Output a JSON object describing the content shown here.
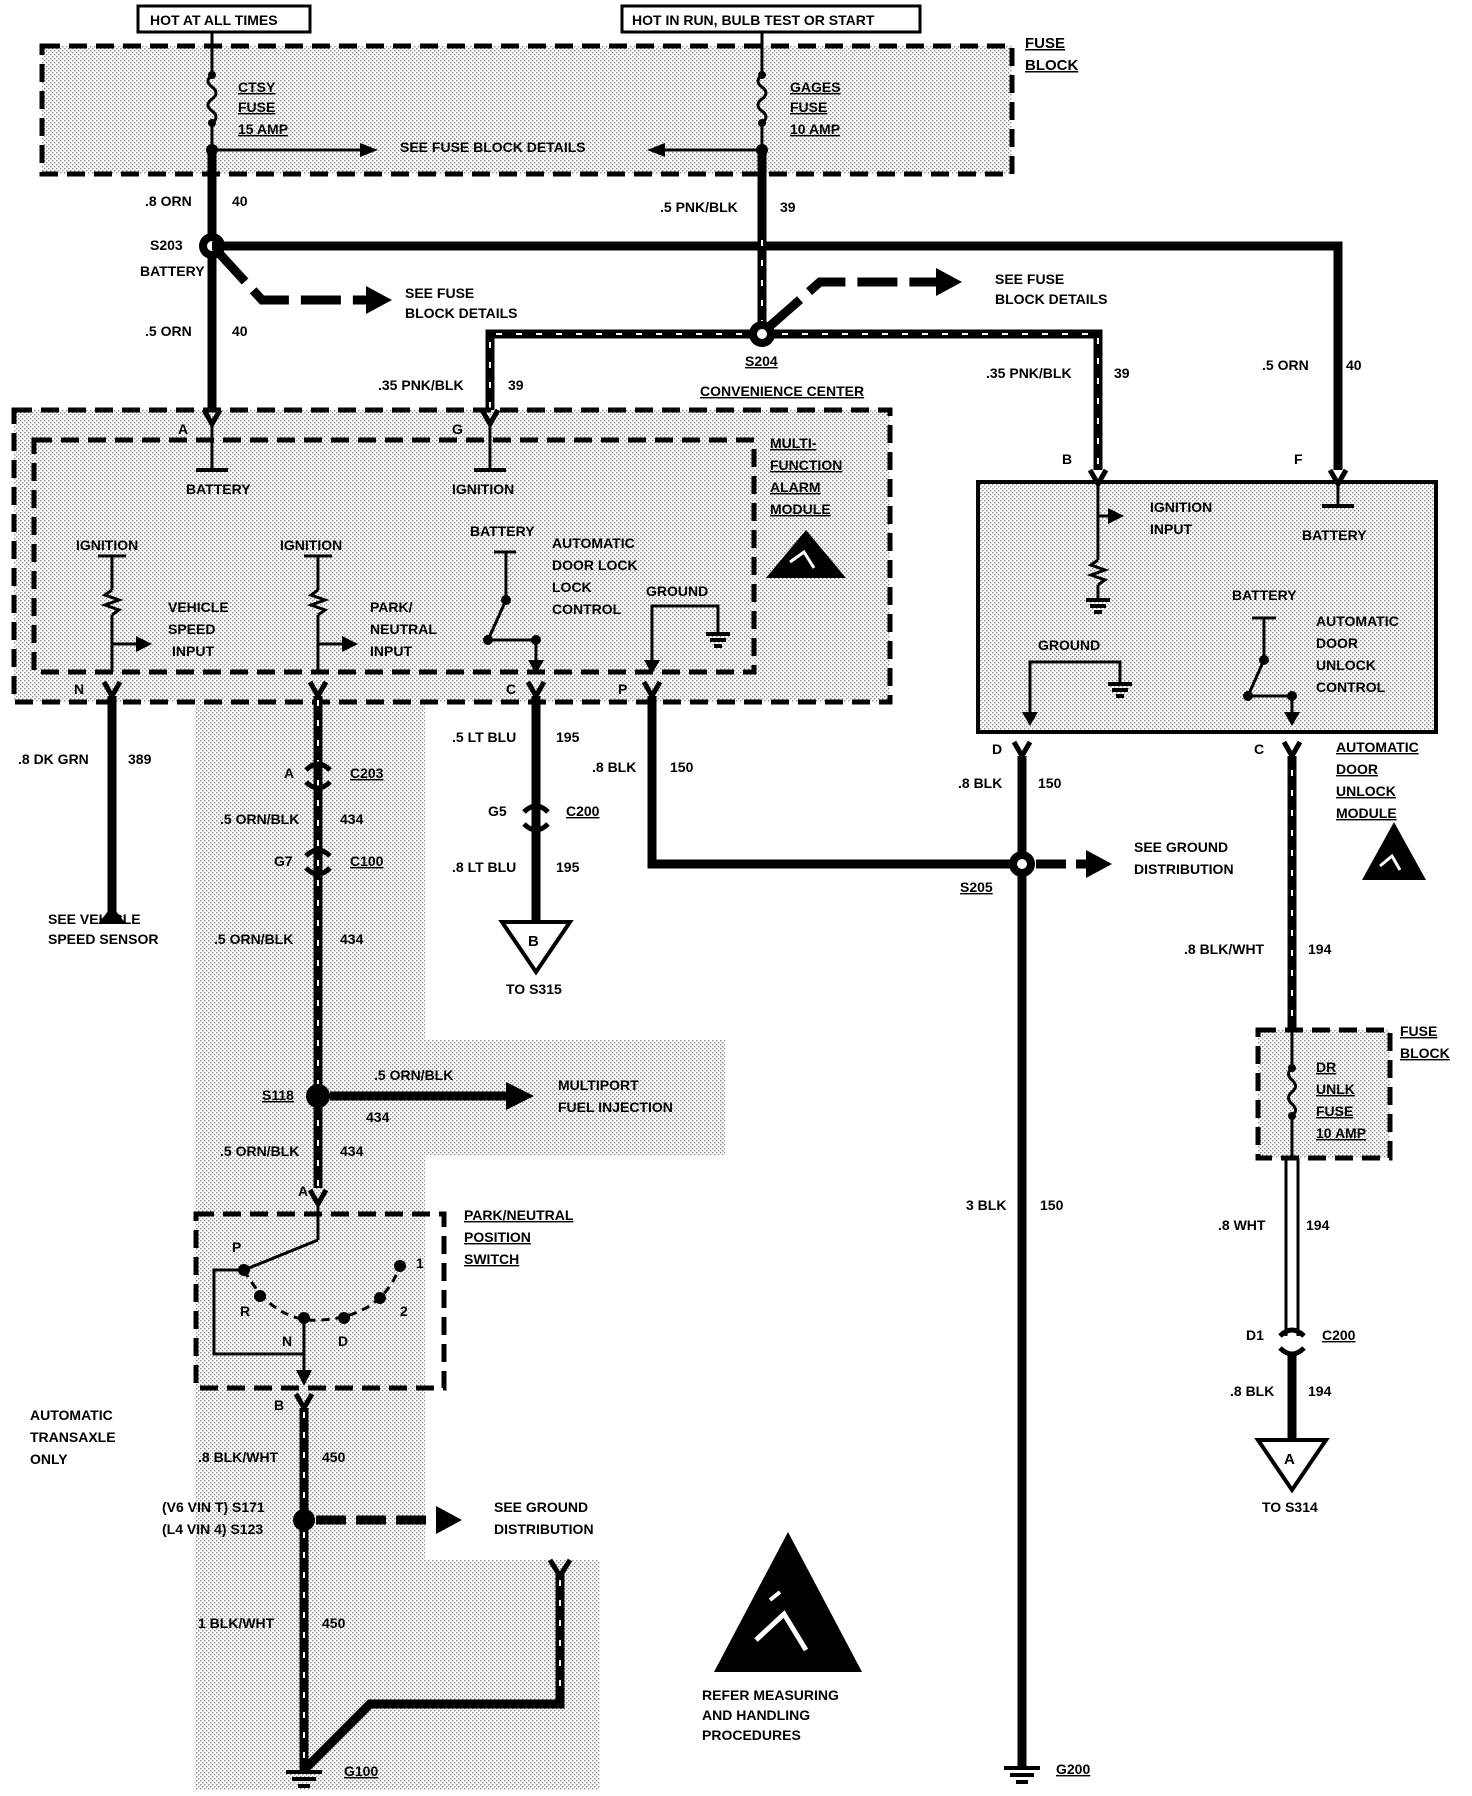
{
  "header": {
    "hot_at_all_times": "HOT AT ALL TIMES",
    "hot_in_run": "HOT IN RUN, BULB TEST OR START"
  },
  "fuse_block": {
    "label_1": "FUSE",
    "label_2": "BLOCK",
    "ctsy_1": "CTSY",
    "ctsy_2": "FUSE",
    "ctsy_3": "15 AMP",
    "gages_1": "GAGES",
    "gages_2": "FUSE",
    "gages_3": "10 AMP",
    "see_details": "SEE FUSE BLOCK DETAILS"
  },
  "wires": {
    "w1_gauge": ".8 ORN",
    "w1_num": "40",
    "w2_gauge": ".5 PNK/BLK",
    "w2_num": "39",
    "w3_gauge": ".5 ORN",
    "w3_num": "40",
    "w4_gauge": ".35 PNK/BLK",
    "w4_num": "39",
    "w5_gauge": ".35 PNK/BLK",
    "w5_num": "39",
    "w6_gauge": ".5 ORN",
    "w6_num": "40",
    "w7_gauge": ".8 DK GRN",
    "w7_num": "389",
    "w8_gauge": ".5 LT BLU",
    "w8_num": "195",
    "w9_gauge": ".8 BLK",
    "w9_num": "150",
    "w10_gauge": ".8 LT BLU",
    "w10_num": "195",
    "w11_gauge": ".8 BLK",
    "w11_num": "150",
    "w12_gauge": "3 BLK",
    "w12_num": "150",
    "w13_gauge": ".5 ORN/BLK",
    "w13_num": "434",
    "w14_gauge": ".5 ORN/BLK",
    "w14_num": "434",
    "w15_gauge": ".5 ORN/BLK",
    "w15_num": "434",
    "w16_gauge": ".5 ORN/BLK",
    "w16_num": "434",
    "w17_gauge": ".8 BLK/WHT",
    "w17_num": "450",
    "w18_gauge": "1 BLK/WHT",
    "w18_num": "450",
    "w19_gauge": ".8 BLK/WHT",
    "w19_num": "194",
    "w20_gauge": ".8 WHT",
    "w20_num": "194",
    "w21_gauge": ".8 BLK",
    "w21_num": "194"
  },
  "splices": {
    "s203": "S203",
    "battery": "BATTERY",
    "see_fuse_1a": "SEE FUSE",
    "see_fuse_1b": "BLOCK DETAILS",
    "see_fuse_2a": "SEE FUSE",
    "see_fuse_2b": "BLOCK DETAILS",
    "s204": "S204",
    "convenience_center": "CONVENIENCE CENTER",
    "s205": "S205",
    "see_ground_1a": "SEE GROUND",
    "see_ground_1b": "DISTRIBUTION",
    "s118": "S118",
    "multiport_1": "MULTIPORT",
    "multiport_2": "FUEL INJECTION",
    "s171": "(V6 VIN T) S171",
    "s123": "(L4 VIN 4) S123",
    "see_ground_2a": "SEE GROUND",
    "see_ground_2b": "DISTRIBUTION"
  },
  "mfam": {
    "name_1": "MULTI-",
    "name_2": "FUNCTION",
    "name_3": "ALARM",
    "name_4": "MODULE",
    "pin_a": "A",
    "pin_g": "G",
    "pin_n": "N",
    "pin_c": "C",
    "pin_p": "P",
    "battery_a": "BATTERY",
    "ignition_g": "IGNITION",
    "ignition_1": "IGNITION",
    "ignition_2": "IGNITION",
    "vss_1": "VEHICLE",
    "vss_2": "SPEED",
    "vss_3": "INPUT",
    "pn_1": "PARK/",
    "pn_2": "NEUTRAL",
    "pn_3": "INPUT",
    "battery_sw": "BATTERY",
    "adl_1": "AUTOMATIC",
    "adl_2": "DOOR LOCK",
    "adl_3": "LOCK",
    "adl_4": "CONTROL",
    "ground": "GROUND"
  },
  "adum": {
    "pin_b": "B",
    "pin_f": "F",
    "pin_d": "D",
    "pin_c": "C",
    "ign_1": "IGNITION",
    "ign_2": "INPUT",
    "battery_f": "BATTERY",
    "battery_sw": "BATTERY",
    "ground": "GROUND",
    "ctl_1": "AUTOMATIC",
    "ctl_2": "DOOR",
    "ctl_3": "UNLOCK",
    "ctl_4": "CONTROL",
    "name_1": "AUTOMATIC",
    "name_2": "DOOR",
    "name_3": "UNLOCK",
    "name_4": "MODULE"
  },
  "connectors": {
    "a": "A",
    "c203": "C203",
    "g7": "G7",
    "c100": "C100",
    "g5": "G5",
    "c200a": "C200",
    "d1": "D1",
    "c200b": "C200",
    "a_sw": "A",
    "b_sw": "B"
  },
  "offpage": {
    "b": "B",
    "to_s315": "TO S315",
    "a": "A",
    "to_s314": "TO S314",
    "see_vss_1": "SEE VEHICLE",
    "see_vss_2": "SPEED SENSOR"
  },
  "pn_switch": {
    "name_1": "PARK/NEUTRAL",
    "name_2": "POSITION",
    "name_3": "SWITCH",
    "p": "P",
    "r": "R",
    "n": "N",
    "d": "D",
    "two": "2",
    "one": "1"
  },
  "dr_fuse": {
    "block_1": "FUSE",
    "block_2": "BLOCK",
    "l1": "DR",
    "l2": "UNLK",
    "l3": "FUSE",
    "l4": "10 AMP"
  },
  "notes": {
    "auto_1": "AUTOMATIC",
    "auto_2": "TRANSAXLE",
    "auto_3": "ONLY",
    "refer_1": "REFER MEASURING",
    "refer_2": "AND HANDLING",
    "refer_3": "PROCEDURES"
  },
  "grounds": {
    "g100": "G100",
    "g200": "G200"
  }
}
